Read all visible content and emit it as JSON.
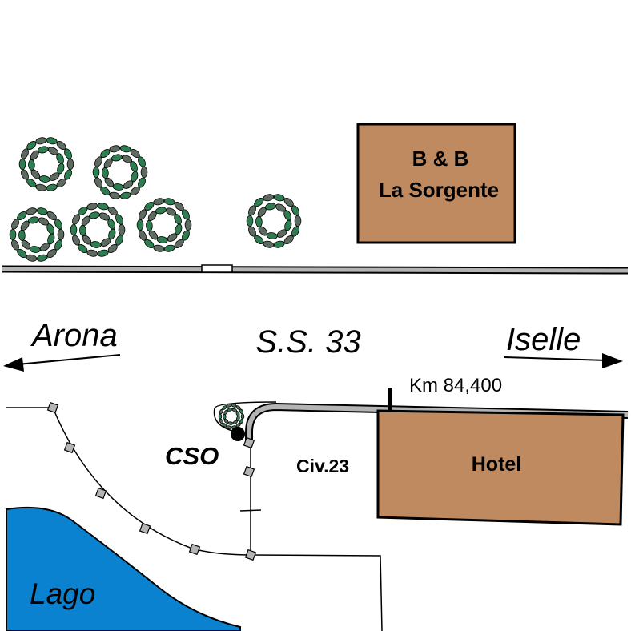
{
  "labels": {
    "bnb_line1": "B & B",
    "bnb_line2": "La Sorgente",
    "road_name": "S.S. 33",
    "dir_left": "Arona",
    "dir_right": "Iselle",
    "km_marker": "Km 84,400",
    "civic": "Civ.23",
    "hotel": "Hotel",
    "cso": "CSO",
    "lake": "Lago"
  },
  "colors": {
    "building": "#BF8A60",
    "lake": "#0A82CF",
    "road_fill": "#B4B4B4",
    "tree_leaf_dark": "#2E7D50",
    "tree_leaf_gray": "#5C6A60",
    "marker_fill": "#B4B4B4"
  },
  "icons": {
    "tree": "tree-icon",
    "arrow_left": "arrow-left-icon",
    "arrow_right": "arrow-right-icon",
    "cso_point": "point-marker-icon"
  }
}
